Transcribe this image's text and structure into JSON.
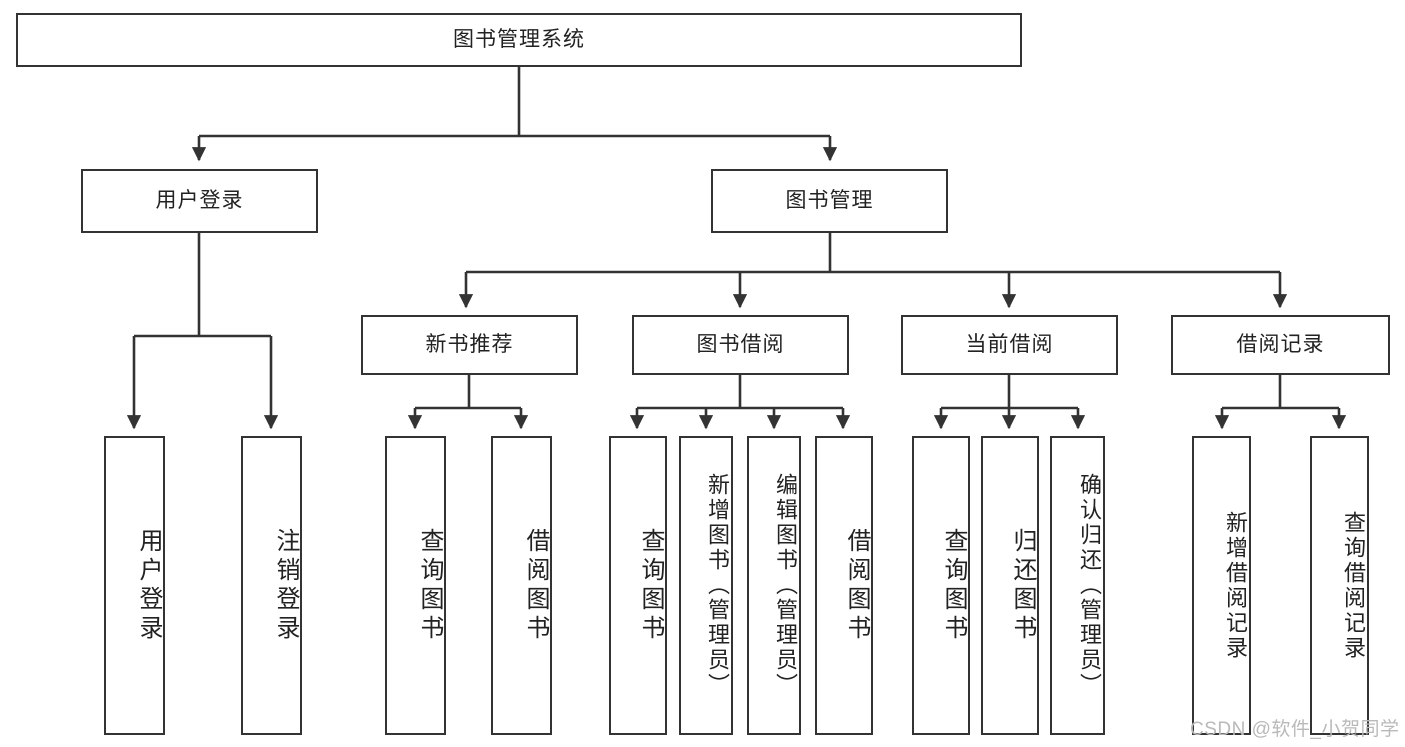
{
  "diagram": {
    "title": "图书管理系统",
    "type": "tree-hierarchy-chart",
    "orientation": "top-down",
    "line_color": "#333333",
    "box_border_color": "#333333",
    "box_fill_color": "#ffffff",
    "background_color": "#ffffff"
  },
  "nodes": {
    "root": {
      "label": "图书管理系统",
      "level": 1
    },
    "level2": [
      {
        "id": "user_login",
        "label": "用户登录"
      },
      {
        "id": "book_manage",
        "label": "图书管理"
      }
    ],
    "level3": [
      {
        "id": "new_book_rec",
        "label": "新书推荐"
      },
      {
        "id": "book_borrow",
        "label": "图书借阅"
      },
      {
        "id": "current_borrow",
        "label": "当前借阅"
      },
      {
        "id": "borrow_record",
        "label": "借阅记录"
      }
    ],
    "leaves": [
      {
        "id": "leaf_user_login",
        "label": "用户登录",
        "parent": "user_login"
      },
      {
        "id": "leaf_logout",
        "label": "注销登录",
        "parent": "user_login"
      },
      {
        "id": "leaf_query_book_1",
        "label": "查询图书",
        "parent": "new_book_rec"
      },
      {
        "id": "leaf_borrow_book_1",
        "label": "借阅图书",
        "parent": "new_book_rec"
      },
      {
        "id": "leaf_query_book_2",
        "label": "查询图书",
        "parent": "book_borrow"
      },
      {
        "id": "leaf_add_book",
        "label": "新增图书（管理员）",
        "parent": "book_borrow"
      },
      {
        "id": "leaf_edit_book",
        "label": "编辑图书（管理员）",
        "parent": "book_borrow"
      },
      {
        "id": "leaf_borrow_book_2",
        "label": "借阅图书",
        "parent": "book_borrow"
      },
      {
        "id": "leaf_query_book_3",
        "label": "查询图书",
        "parent": "current_borrow"
      },
      {
        "id": "leaf_return_book",
        "label": "归还图书",
        "parent": "current_borrow"
      },
      {
        "id": "leaf_confirm_return",
        "label": "确认归还（管理员）",
        "parent": "current_borrow"
      },
      {
        "id": "leaf_add_record",
        "label": "新增借阅记录",
        "parent": "borrow_record"
      },
      {
        "id": "leaf_query_record",
        "label": "查询借阅记录",
        "parent": "borrow_record"
      }
    ]
  },
  "watermark": {
    "text": "CSDN @软件_小贺同学"
  }
}
